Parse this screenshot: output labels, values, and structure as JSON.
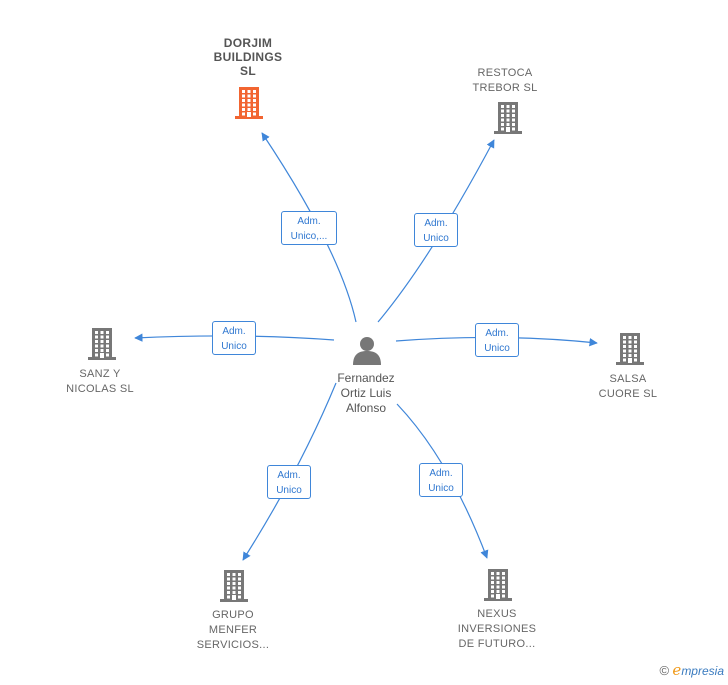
{
  "center": {
    "name": "Fernandez\nOrtiz Luis\nAlfonso",
    "icon": "person-icon"
  },
  "companies": [
    {
      "id": "dorjim",
      "name": "DORJIM\nBUILDINGS\nSL",
      "highlight": true,
      "icon": "building-icon",
      "color": "#f26531",
      "relation": "Adm.\nUnico,..."
    },
    {
      "id": "restoca",
      "name": "RESTOCA\nTREBOR SL",
      "highlight": false,
      "icon": "building-icon",
      "color": "#777777",
      "relation": "Adm.\nUnico"
    },
    {
      "id": "sanz",
      "name": "SANZ Y\nNICOLAS SL",
      "highlight": false,
      "icon": "building-icon",
      "color": "#777777",
      "relation": "Adm.\nUnico"
    },
    {
      "id": "salsa",
      "name": "SALSA\nCUORE  SL",
      "highlight": false,
      "icon": "building-icon",
      "color": "#777777",
      "relation": "Adm.\nUnico"
    },
    {
      "id": "grupo",
      "name": "GRUPO\nMENFER\nSERVICIOS...",
      "highlight": false,
      "icon": "building-icon",
      "color": "#777777",
      "relation": "Adm.\nUnico"
    },
    {
      "id": "nexus",
      "name": "NEXUS\nINVERSIONES\nDE FUTURO...",
      "highlight": false,
      "icon": "building-icon",
      "color": "#777777",
      "relation": "Adm.\nUnico"
    }
  ],
  "colors": {
    "edge": "#3f86d9",
    "building": "#777777",
    "highlight": "#f26531",
    "person": "#777777"
  },
  "footer": {
    "copyright": "©",
    "brand_initial": "e",
    "brand_rest": "mpresia"
  }
}
